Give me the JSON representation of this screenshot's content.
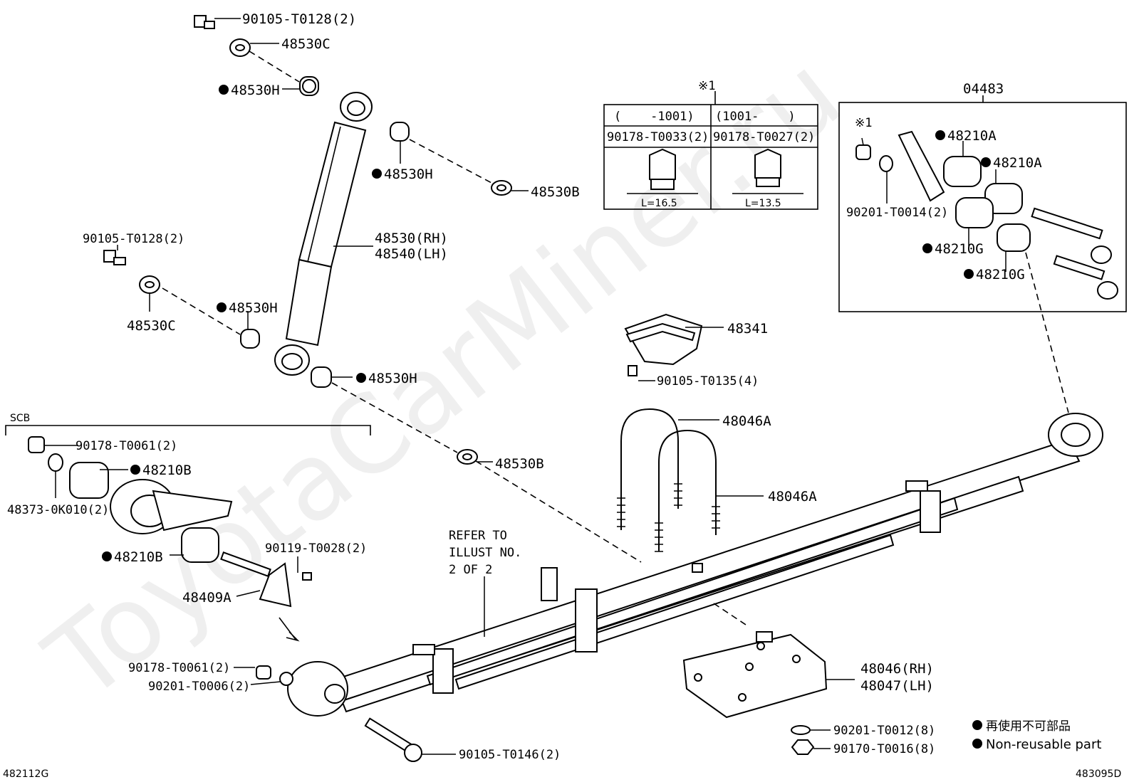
{
  "watermark": "ToyotaCarMiner.ru",
  "labels": {
    "bolt_top": "90105-T0128(2)",
    "washer_top": "48530C",
    "bush_top_left": "48530H",
    "bush_top_right": "48530H",
    "washer_right_top": "48530B",
    "shock_rh": "48530(RH)",
    "shock_lh": "48540(LH)",
    "bolt_left": "90105-T0128(2)",
    "washer_left": "48530C",
    "bush_mid_left": "48530H",
    "bush_low_right": "48530H",
    "washer_low": "48530B",
    "table_note": "※1",
    "table_col1_head": "(    -1001)",
    "table_col2_head": "(1001-    )",
    "table_col1_part": "90178-T0033(2)",
    "table_col2_part": "90178-T0027(2)",
    "table_col1_len": "L=16.5",
    "table_col2_len": "L=13.5",
    "kit_title": "04483",
    "kit_note": "※1",
    "kit_bush_a1": "48210A",
    "kit_bush_a2": "48210A",
    "kit_washer": "90201-T0014(2)",
    "kit_bush_g1": "48210G",
    "kit_bush_g2": "48210G",
    "bumper": "48341",
    "bumper_bolt": "90105-T0135(4)",
    "ubolt_1": "48046A",
    "ubolt_2": "48046A",
    "scb": "SCB",
    "scb_nut": "90178-T0061(2)",
    "scb_bush_b": "48210B",
    "scb_washer": "48373-0K010(2)",
    "scb_bush_b2": "48210B",
    "scb_bolt": "90119-T0028(2)",
    "scb_plate": "48409A",
    "refer_1": "REFER TO",
    "refer_2": "ILLUST NO.",
    "refer_3": "2 OF 2",
    "front_nut": "90178-T0061(2)",
    "front_washer": "90201-T0006(2)",
    "front_bolt": "90105-T0146(2)",
    "seat_rh": "48046(RH)",
    "seat_lh": "48047(LH)",
    "seat_washer": "90201-T0012(8)",
    "seat_nut": "90170-T0016(8)",
    "legend_jp": "再使用不可部品",
    "legend_en": "Non-reusable part",
    "code_left": "482112G",
    "code_right": "483095D"
  }
}
